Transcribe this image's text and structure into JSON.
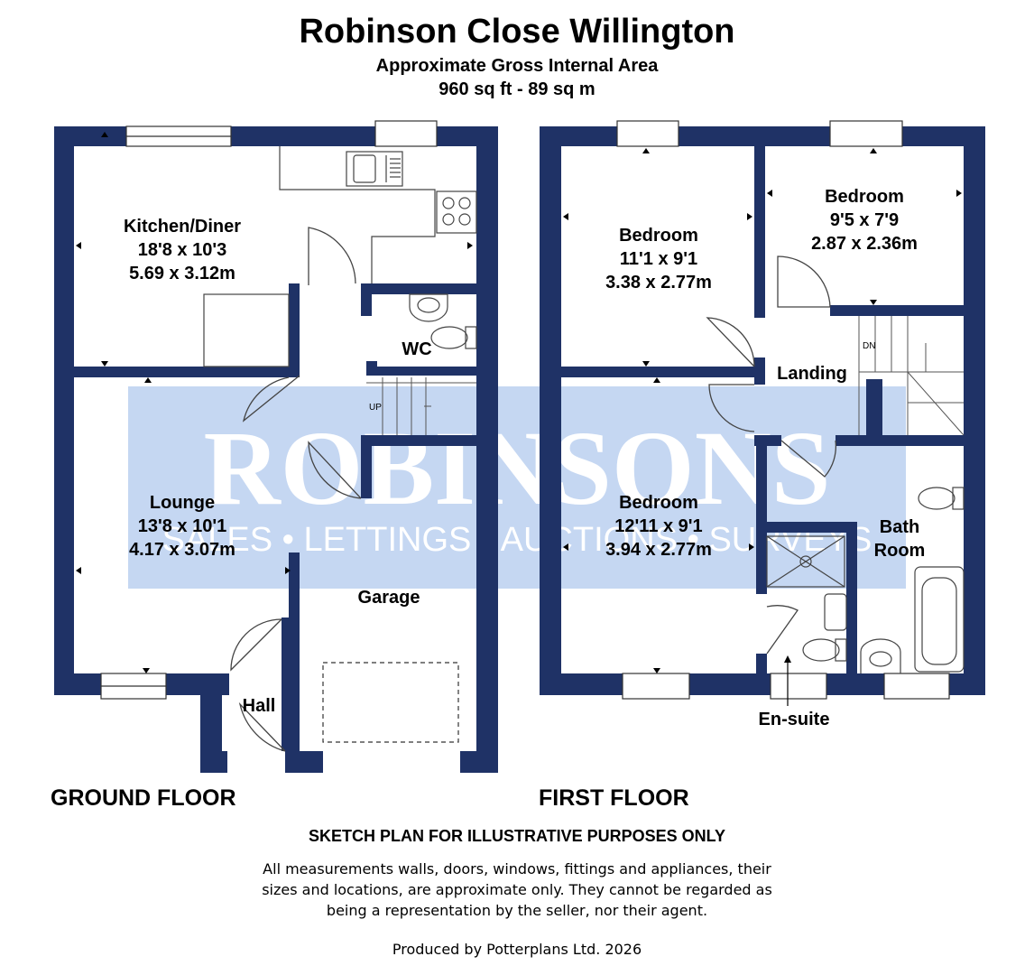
{
  "header": {
    "title": "Robinson Close Willington",
    "area_caption": "Approximate Gross Internal Area",
    "area_value": "960 sq ft - 89 sq m"
  },
  "watermark": {
    "brand": "ROBINSONS",
    "tagline": "SALES • LETTINGS • AUCTIONS • SURVEYS",
    "colors": {
      "band": "#c5d7f2",
      "text": "#ffffff"
    }
  },
  "colors": {
    "wall": "#1f3266",
    "line": "#333333",
    "background": "#ffffff"
  },
  "ground_floor": {
    "label": "GROUND FLOOR",
    "rooms": {
      "kitchen": {
        "name": "Kitchen/Diner",
        "imperial": "18'8 x 10'3",
        "metric": "5.69 x 3.12m"
      },
      "lounge": {
        "name": "Lounge",
        "imperial": "13'8 x 10'1",
        "metric": "4.17 x 3.07m"
      },
      "wc": {
        "name": "WC"
      },
      "hall": {
        "name": "Hall"
      },
      "garage": {
        "name": "Garage"
      }
    },
    "stairs_label": "UP"
  },
  "first_floor": {
    "label": "FIRST FLOOR",
    "rooms": {
      "bedroom1": {
        "name": "Bedroom",
        "imperial": "11'1 x 9'1",
        "metric": "3.38 x 2.77m"
      },
      "bedroom2": {
        "name": "Bedroom",
        "imperial": "9'5 x 7'9",
        "metric": "2.87 x 2.36m"
      },
      "bedroom3": {
        "name": "Bedroom",
        "imperial": "12'11 x 9'1",
        "metric": "3.94 x 2.77m"
      },
      "landing": {
        "name": "Landing"
      },
      "bathroom": {
        "name_line1": "Bath",
        "name_line2": "Room"
      },
      "ensuite": {
        "name": "En-suite"
      }
    },
    "stairs_label": "DN"
  },
  "footer": {
    "disclaimer_title": "SKETCH PLAN FOR ILLUSTRATIVE PURPOSES ONLY",
    "disclaimer_text": "All measurements walls, doors, windows, fittings and appliances, their sizes and locations, are approximate only. They cannot be regarded as being a representation by the seller, nor their agent.",
    "credit": "Produced by Potterplans Ltd. 2026"
  }
}
